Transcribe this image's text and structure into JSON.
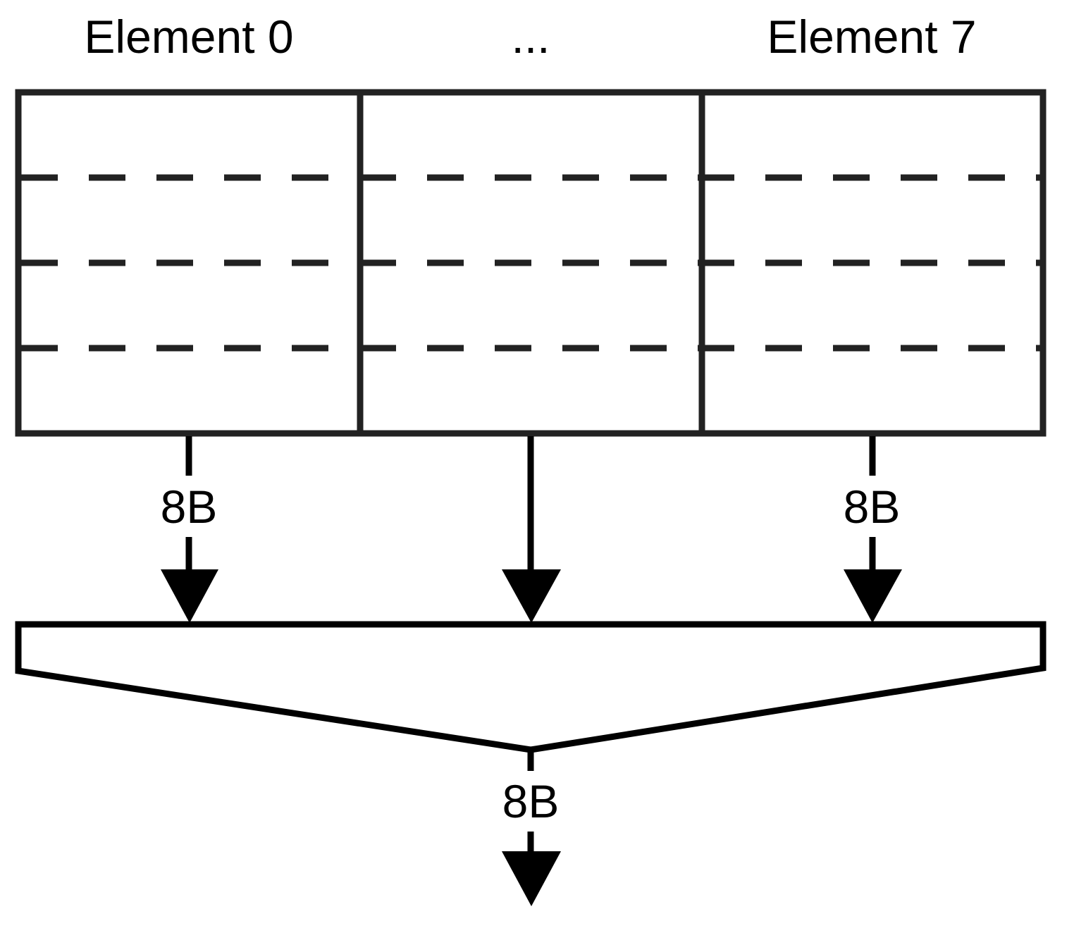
{
  "column_labels": {
    "first": "Element 0",
    "middle": "...",
    "last": "Element 7"
  },
  "arrow_labels": {
    "left": "8B",
    "right": "8B",
    "output": "8B"
  },
  "colors": {
    "stroke": "#222222",
    "arrow": "#000000",
    "background": "#ffffff"
  }
}
